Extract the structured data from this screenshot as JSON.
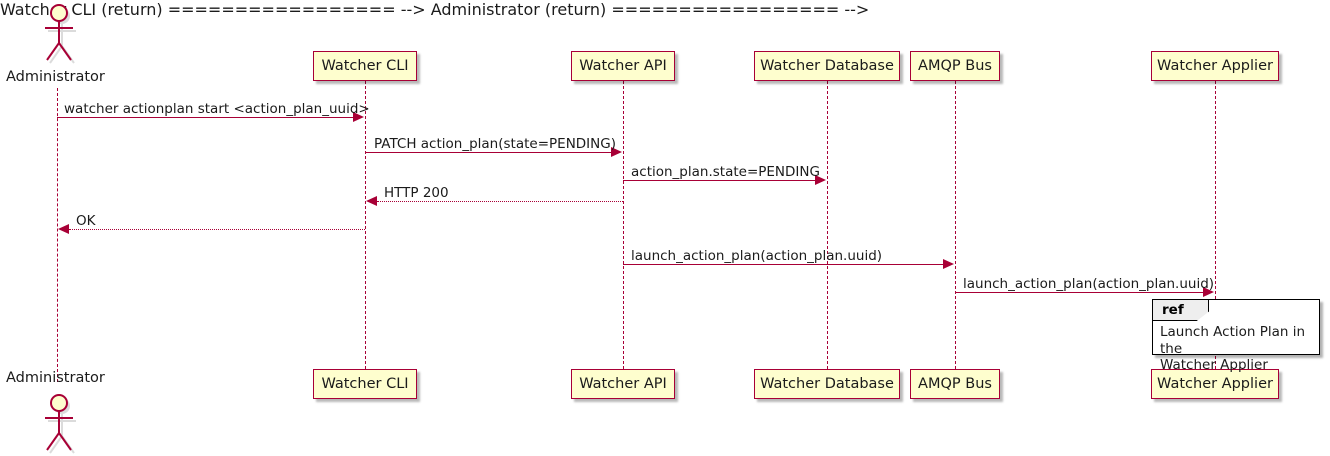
{
  "diagram": {
    "type": "sequence-diagram",
    "title": "",
    "colors": {
      "line": "#A80036",
      "participant_fill": "#FEFECE",
      "participant_border": "#A80036",
      "ref_border": "#000000",
      "ref_tab_fill": "#EEEEEE",
      "text": "#1b1b1b"
    }
  },
  "actor": {
    "name": "Administrator",
    "top_label": "Administrator",
    "bottom_label": "Administrator"
  },
  "participants": [
    {
      "id": "cli",
      "label": "Watcher CLI"
    },
    {
      "id": "api",
      "label": "Watcher API"
    },
    {
      "id": "db",
      "label": "Watcher Database"
    },
    {
      "id": "amqp",
      "label": "AMQP Bus"
    },
    {
      "id": "applier",
      "label": "Watcher Applier"
    }
  ],
  "messages": [
    {
      "id": "m1",
      "label": "watcher actionplan start <action_plan_uuid>",
      "from": "Administrator",
      "to": "Watcher CLI",
      "style": "solid",
      "direction": "right"
    },
    {
      "id": "m2",
      "label": "PATCH action_plan(state=PENDING)",
      "from": "Watcher CLI",
      "to": "Watcher API",
      "style": "solid",
      "direction": "right"
    },
    {
      "id": "m3",
      "label": "action_plan.state=PENDING",
      "from": "Watcher API",
      "to": "Watcher Database",
      "style": "solid",
      "direction": "right"
    },
    {
      "id": "m4",
      "label": "HTTP 200",
      "from": "Watcher API",
      "to": "Watcher CLI",
      "style": "dotted",
      "direction": "left"
    },
    {
      "id": "m5",
      "label": "OK",
      "from": "Watcher CLI",
      "to": "Administrator",
      "style": "dotted",
      "direction": "left"
    },
    {
      "id": "m6",
      "label": "launch_action_plan(action_plan.uuid)",
      "from": "Watcher API",
      "to": "AMQP Bus",
      "style": "solid",
      "direction": "right"
    },
    {
      "id": "m7",
      "label": "launch_action_plan(action_plan.uuid)",
      "from": "AMQP Bus",
      "to": "Watcher Applier",
      "style": "solid",
      "direction": "right"
    }
  ],
  "ref_fragment": {
    "tab_label": "ref",
    "text_line1": "Launch Action Plan in the",
    "text_line2": "Watcher Applier",
    "over": [
      "Watcher Applier"
    ]
  }
}
